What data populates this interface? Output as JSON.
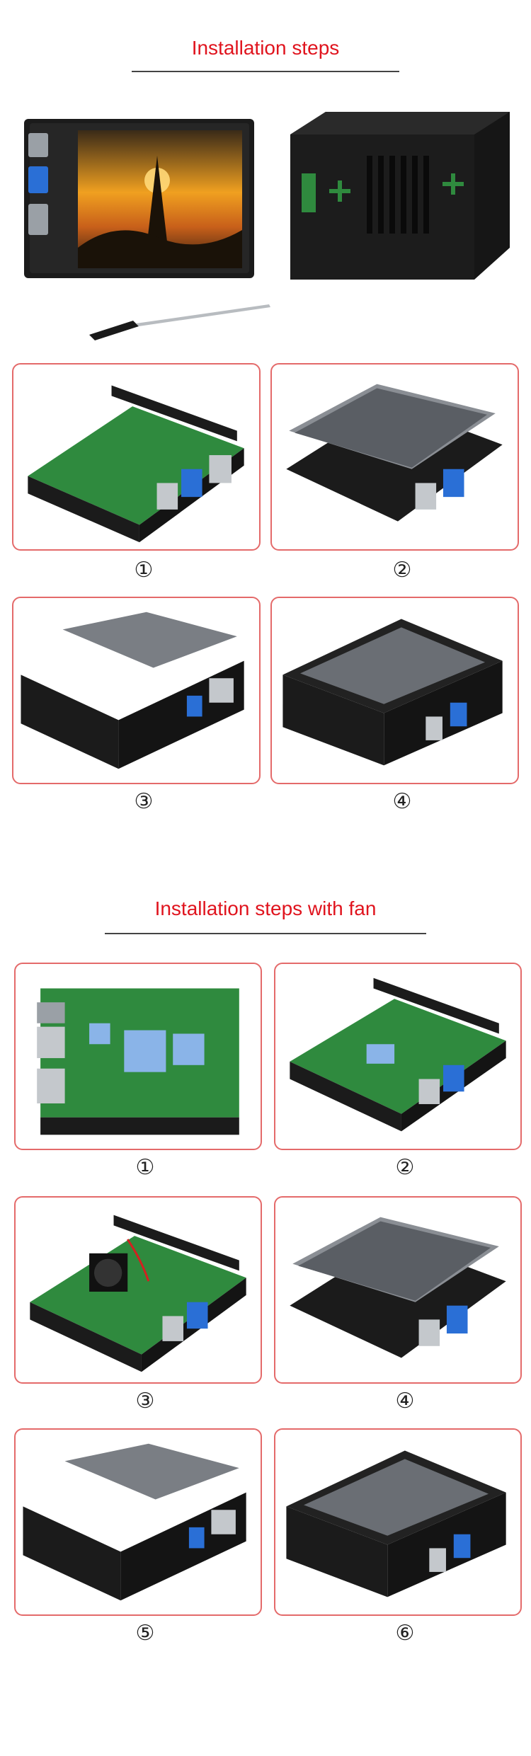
{
  "section1": {
    "title": "Installation steps",
    "steps": [
      "①",
      "②",
      "③",
      "④"
    ]
  },
  "section2": {
    "title": "Installation steps with fan",
    "steps": [
      "①",
      "②",
      "③",
      "④",
      "⑤",
      "⑥"
    ]
  },
  "colors": {
    "title_red": "#e0141e",
    "frame_border": "#e46a6a",
    "case_black": "#1b1b1b",
    "pcb_green": "#2f8a3e",
    "usb_blue": "#2a6fd6",
    "sunset_orange": "#f0a020"
  },
  "hero_images": [
    "case-front-with-lcd-image",
    "case-back-image",
    "screwdriver-image"
  ],
  "icons": [
    "raspberry-pi-board-image",
    "lcd-screen-image",
    "fan-image",
    "black-case-image"
  ]
}
